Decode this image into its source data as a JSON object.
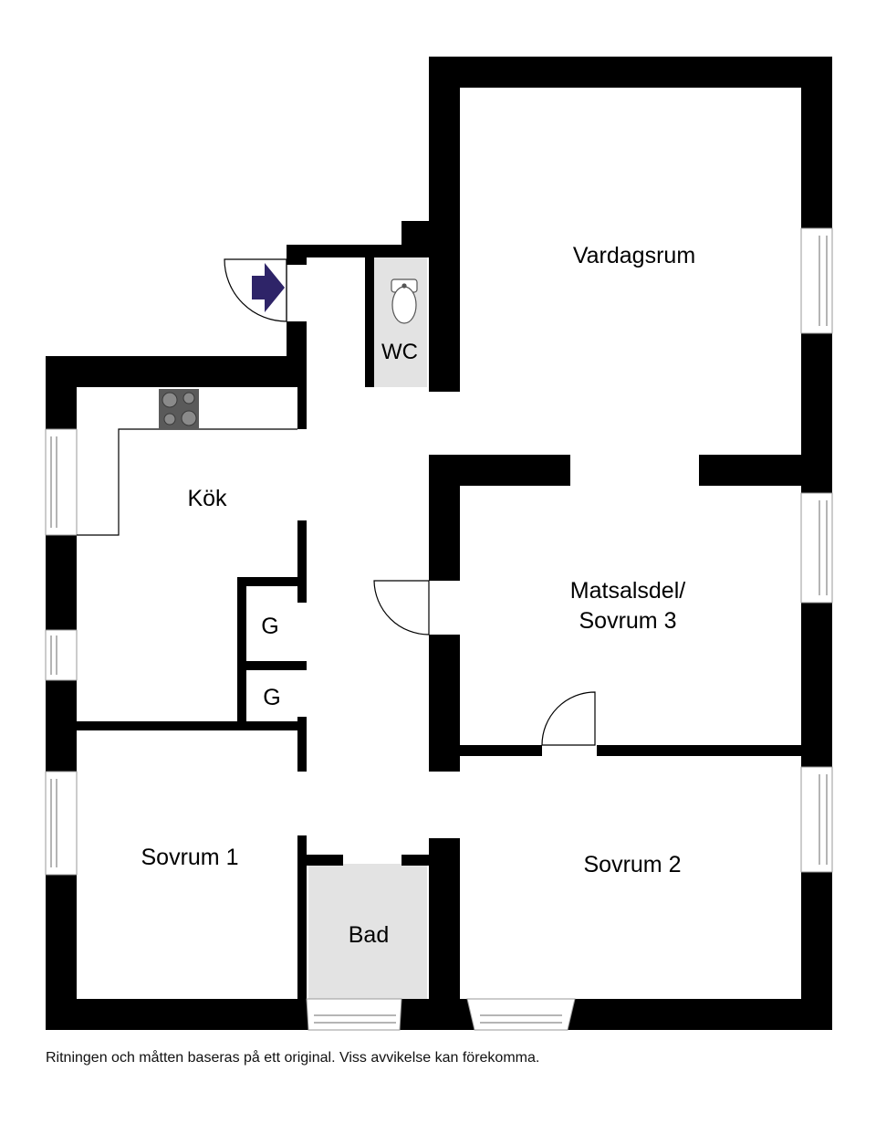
{
  "rooms": {
    "vardagsrum": "Vardagsrum",
    "kok": "Kök",
    "wc": "WC",
    "matsal_line1": "Matsalsdel/",
    "matsal_line2": "Sovrum 3",
    "g1": "G",
    "g2": "G",
    "sovrum1": "Sovrum 1",
    "sovrum2": "Sovrum 2",
    "bad": "Bad"
  },
  "footnote": "Ritningen och måtten baseras på ett original. Viss avvikelse kan förekomma.",
  "colors": {
    "wall": "#000000",
    "wet_room_fill": "#e3e3e3",
    "entrance_arrow": "#2e2468",
    "window_frame": "#cfcfcf",
    "stove": "#5a5a5a"
  },
  "icons": {
    "entrance": "entrance-arrow-icon",
    "stove": "stove-icon",
    "toilet": "toilet-icon"
  }
}
